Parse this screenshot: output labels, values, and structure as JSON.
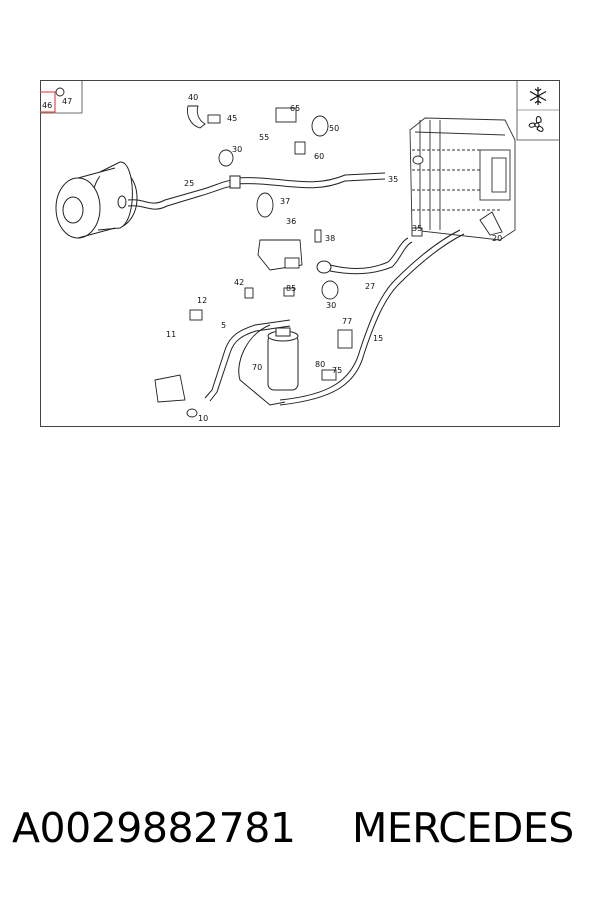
{
  "diagram": {
    "callouts": [
      {
        "id": "c47",
        "text": "47"
      },
      {
        "id": "c46",
        "text": "46"
      },
      {
        "id": "c40",
        "text": "40"
      },
      {
        "id": "c45",
        "text": "45"
      },
      {
        "id": "c65",
        "text": "65"
      },
      {
        "id": "c55",
        "text": "55"
      },
      {
        "id": "c50",
        "text": "50"
      },
      {
        "id": "c60",
        "text": "60"
      },
      {
        "id": "c30a",
        "text": "30"
      },
      {
        "id": "c25",
        "text": "25"
      },
      {
        "id": "c35a",
        "text": "35"
      },
      {
        "id": "c37",
        "text": "37"
      },
      {
        "id": "c36",
        "text": "36"
      },
      {
        "id": "c38",
        "text": "38"
      },
      {
        "id": "c35b",
        "text": "35"
      },
      {
        "id": "c20",
        "text": "20"
      },
      {
        "id": "c42",
        "text": "42"
      },
      {
        "id": "c85",
        "text": "85"
      },
      {
        "id": "c27",
        "text": "27"
      },
      {
        "id": "c30b",
        "text": "30"
      },
      {
        "id": "c12",
        "text": "12"
      },
      {
        "id": "c5",
        "text": "5"
      },
      {
        "id": "c77",
        "text": "77"
      },
      {
        "id": "c11",
        "text": "11"
      },
      {
        "id": "c15",
        "text": "15"
      },
      {
        "id": "c70",
        "text": "70"
      },
      {
        "id": "c80",
        "text": "80"
      },
      {
        "id": "c75",
        "text": "75"
      },
      {
        "id": "c10",
        "text": "10"
      }
    ],
    "highlight_color": "#e05050"
  },
  "footer": {
    "part_number": "A0029882781",
    "brand": "MERCEDES"
  }
}
